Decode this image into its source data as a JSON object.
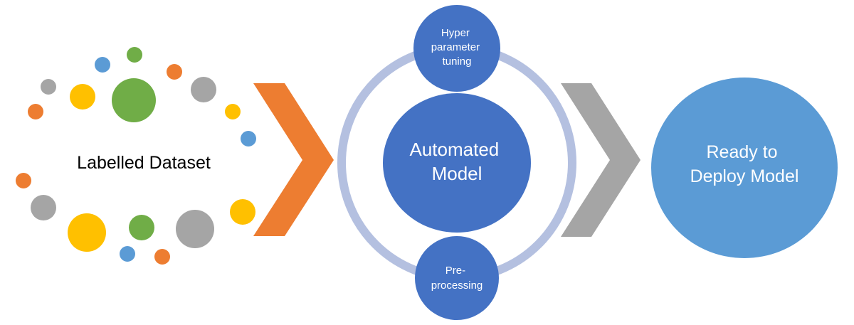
{
  "dataset": {
    "label": "Labelled Dataset"
  },
  "automated_model": {
    "label_line1": "Automated",
    "label_line2": "Model"
  },
  "hyper_parameter": {
    "line1": "Hyper",
    "line2": "parameter",
    "line3": "tuning"
  },
  "pre_processing": {
    "line1": "Pre-",
    "line2": "processing"
  },
  "ready_model": {
    "line1": "Ready to",
    "line2": "Deploy Model"
  },
  "colors": {
    "orange": "#ED7D31",
    "gray": "#A5A5A5",
    "yellow": "#FFC000",
    "green": "#70AD47",
    "blue_light": "#5B9BD5",
    "blue_dark": "#4472C4",
    "ring": "#B4C0E0",
    "white": "#FFFFFF",
    "black": "#000000"
  }
}
